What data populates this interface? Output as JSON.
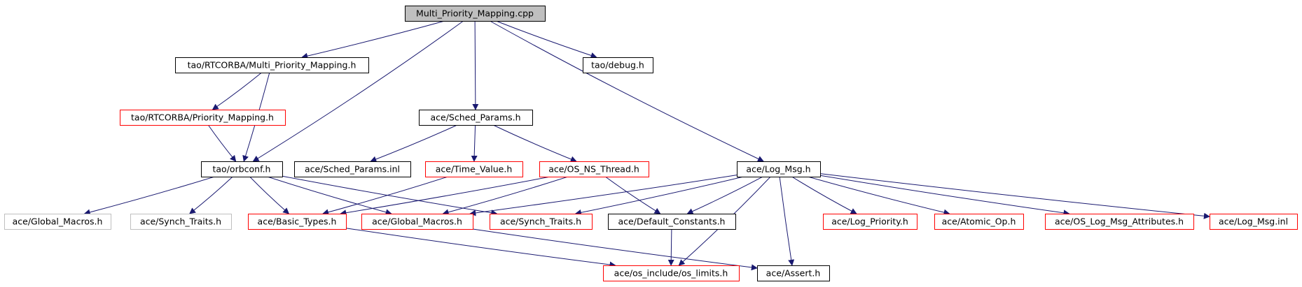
{
  "nodes": {
    "root": {
      "label": "Multi_Priority_Mapping.cpp",
      "style": "root"
    },
    "mpm": {
      "label": "tao/RTCORBA/Multi_Priority_Mapping.h",
      "style": "normal"
    },
    "debug": {
      "label": "tao/debug.h",
      "style": "normal"
    },
    "pm": {
      "label": "tao/RTCORBA/Priority_Mapping.h",
      "style": "red"
    },
    "sched": {
      "label": "ace/Sched_Params.h",
      "style": "normal"
    },
    "orbconf": {
      "label": "tao/orbconf.h",
      "style": "normal"
    },
    "schedinl": {
      "label": "ace/Sched_Params.inl",
      "style": "normal"
    },
    "timevalue": {
      "label": "ace/Time_Value.h",
      "style": "red"
    },
    "osns": {
      "label": "ace/OS_NS_Thread.h",
      "style": "red"
    },
    "logmsg": {
      "label": "ace/Log_Msg.h",
      "style": "normal"
    },
    "gmacros_gray": {
      "label": "ace/Global_Macros.h",
      "style": "gray"
    },
    "synch_gray": {
      "label": "ace/Synch_Traits.h",
      "style": "gray"
    },
    "basictypes": {
      "label": "ace/Basic_Types.h",
      "style": "red"
    },
    "gmacros": {
      "label": "ace/Global_Macros.h",
      "style": "red"
    },
    "synch": {
      "label": "ace/Synch_Traits.h",
      "style": "red"
    },
    "defconst": {
      "label": "ace/Default_Constants.h",
      "style": "normal"
    },
    "logprio": {
      "label": "ace/Log_Priority.h",
      "style": "red"
    },
    "atomic": {
      "label": "ace/Atomic_Op.h",
      "style": "red"
    },
    "oslogattr": {
      "label": "ace/OS_Log_Msg_Attributes.h",
      "style": "red"
    },
    "logmsginl": {
      "label": "ace/Log_Msg.inl",
      "style": "red"
    },
    "oslimits": {
      "label": "ace/os_include/os_limits.h",
      "style": "red"
    },
    "assert": {
      "label": "ace/Assert.h",
      "style": "normal"
    }
  },
  "edges": [
    [
      "root",
      "mpm"
    ],
    [
      "root",
      "orbconf"
    ],
    [
      "root",
      "sched"
    ],
    [
      "root",
      "logmsg"
    ],
    [
      "root",
      "debug"
    ],
    [
      "mpm",
      "pm"
    ],
    [
      "mpm",
      "orbconf"
    ],
    [
      "pm",
      "orbconf"
    ],
    [
      "orbconf",
      "gmacros_gray"
    ],
    [
      "orbconf",
      "synch_gray"
    ],
    [
      "orbconf",
      "basictypes"
    ],
    [
      "orbconf",
      "gmacros"
    ],
    [
      "orbconf",
      "synch"
    ],
    [
      "sched",
      "schedinl"
    ],
    [
      "sched",
      "timevalue"
    ],
    [
      "sched",
      "osns"
    ],
    [
      "timevalue",
      "basictypes"
    ],
    [
      "osns",
      "basictypes"
    ],
    [
      "osns",
      "gmacros"
    ],
    [
      "osns",
      "defconst"
    ],
    [
      "logmsg",
      "gmacros"
    ],
    [
      "logmsg",
      "synch"
    ],
    [
      "logmsg",
      "defconst"
    ],
    [
      "logmsg",
      "oslimits"
    ],
    [
      "logmsg",
      "assert"
    ],
    [
      "logmsg",
      "logprio"
    ],
    [
      "logmsg",
      "atomic"
    ],
    [
      "logmsg",
      "oslogattr"
    ],
    [
      "logmsg",
      "logmsginl"
    ],
    [
      "defconst",
      "oslimits"
    ],
    [
      "basictypes",
      "oslimits"
    ],
    [
      "gmacros",
      "assert"
    ]
  ],
  "colors": {
    "edge": "#191970",
    "root_fill": "#bfbfbf",
    "normal_border": "#000000",
    "red_border": "#ff0000",
    "gray_border": "#bfbfbf",
    "text": "#000000"
  }
}
